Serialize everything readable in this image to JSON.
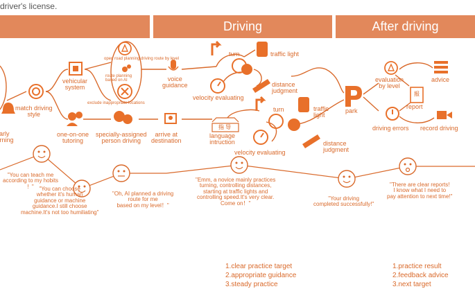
{
  "header_partial": "driver's license.",
  "stages": {
    "driving": "Driving",
    "after_driving": "After driving"
  },
  "steps": {
    "early_warning": "early\nwarning",
    "match_driving_style": "match driving\nstyle",
    "vehicular_system": "vehicular\nsystem",
    "one_on_one": "one-on-one\ntutoring",
    "specially_assigned": "specially-assigned\nperson driving",
    "arrive": "arrive at\ndestination",
    "voice_guidance": "voice\nguidance",
    "open_road": "open road planning driving route by level",
    "route_planning": "route planning\nbased on AI",
    "exclude": "exclude inappropriate locations",
    "language": "language\nintruction",
    "language_sign": "指 导",
    "turn1": "turn",
    "traffic1": "traffic light",
    "distance1": "distance\njudgment",
    "velocity1": "velocity evaluating",
    "turn2": "turn",
    "traffic2": "traffic\nlight",
    "distance2": "distance\njudgment",
    "velocity2": "velocity evaluating",
    "park": "park",
    "evaluation": "evaluation\nby level",
    "advice": "advice",
    "report": "report",
    "report_sign": "报",
    "driving_errors": "driving errors",
    "record_driving": "record driving"
  },
  "quotes": {
    "q1": "\"You can teach me\naccording to my hobits\n!  \"",
    "q2": "\"You can choose\nwhether it's human\nguidance or machine\nguidance.I still choose\nmachine.It's not too humiliating\"",
    "q3": "\"Oh, AI planned a driving\nroute for me\nbased on my level！\"",
    "q4": "\"Emm, a novice mainly practices\nturning, controlling distances,\nstarting at traffic lights and\ncontrolling speed.It's very clear.\nCome on！\"",
    "q5": "\"Your driving\ncompleted successfully!\"",
    "q6": "\"There are clear reports!\nI know what I need to\npay attention to next time!\""
  },
  "goals_driving": [
    "1.clear practice target",
    "2.appropriate guidance",
    "3.steady practice"
  ],
  "goals_after": [
    "1.practice result",
    "2.feedback advice",
    "3.next target"
  ],
  "colors": {
    "accent": "#d9692a",
    "band": "#e2885b",
    "icon_fill": "#e8702a"
  }
}
